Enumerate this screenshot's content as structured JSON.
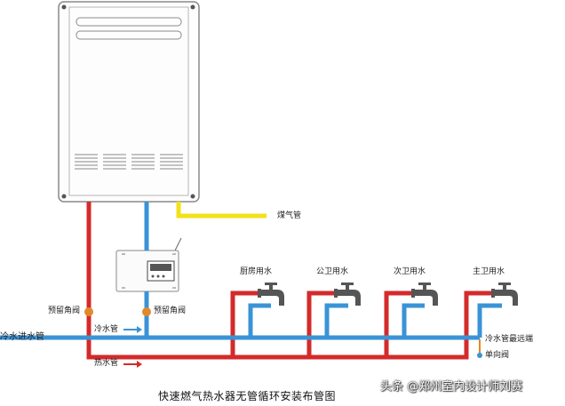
{
  "diagram": {
    "title": "快速燃气热水器无管循环安装布管图",
    "watermark": "头条 @郑州室内设计师刘赛",
    "labels": {
      "gas_pipe": "煤气管",
      "reserved_valve_left": "预留角阀",
      "reserved_valve_right": "预留角阀",
      "cold_inlet": "冷水进水管",
      "cold_pipe": "冷水管",
      "hot_pipe": "热水管",
      "cold_far_end": "冷水管最远端",
      "check_valve": "单向阀"
    },
    "fixtures": [
      {
        "label": "厨房用水"
      },
      {
        "label": "公卫用水"
      },
      {
        "label": "次卫用水"
      },
      {
        "label": "主卫用水"
      }
    ],
    "colors": {
      "hot": "#d42a2a",
      "cold": "#3a93d6",
      "gas": "#f2e11a",
      "valve": "#e08a2a",
      "heater_outline": "#888888",
      "faucet": "#555555"
    }
  }
}
